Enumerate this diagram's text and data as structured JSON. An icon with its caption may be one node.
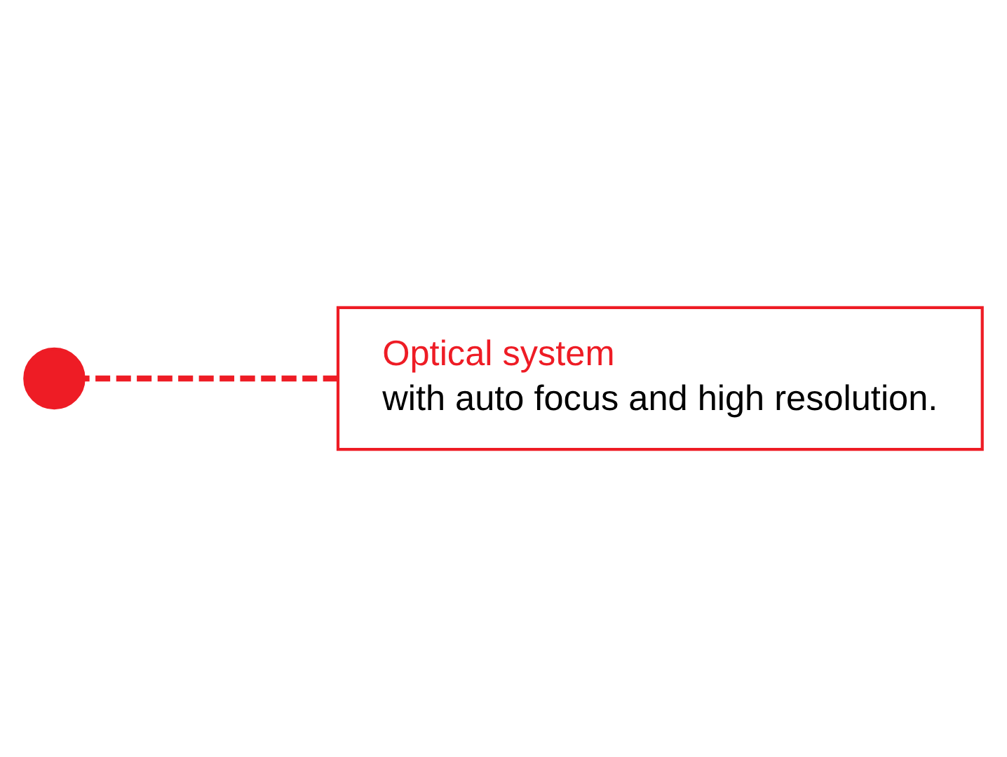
{
  "diagram": {
    "nodes": [
      {
        "text": [],
        "shape": "circle"
      },
      {
        "text": [
          "Optical system",
          "with auto focus and high resolution."
        ]
      }
    ],
    "edges": [
      {
        "from": 1,
        "to": 0,
        "arrow": "none",
        "style": "dashed",
        "color": "#ee1c25"
      }
    ]
  }
}
